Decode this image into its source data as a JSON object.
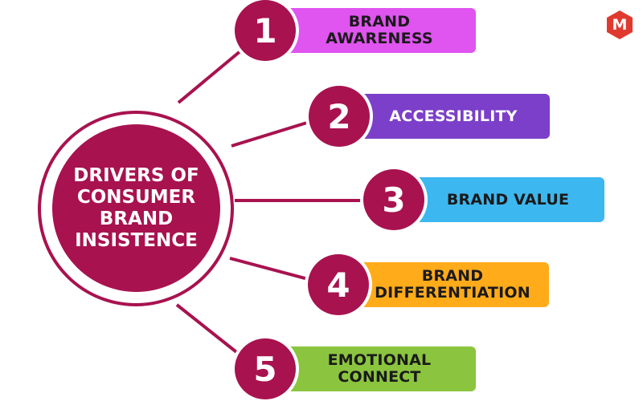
{
  "center": {
    "title": "DRIVERS OF\nCONSUMER\nBRAND\nINSISTENCE",
    "color": "#a8124f"
  },
  "logo": {
    "letter": "M",
    "color": "#e03a2f"
  },
  "items": [
    {
      "number": "1",
      "label": "BRAND\nAWARENESS",
      "color": "#e054f0",
      "text_color": "#1a1a1a"
    },
    {
      "number": "2",
      "label": "ACCESSIBILITY",
      "color": "#7c3fc9",
      "text_color": "#ffffff"
    },
    {
      "number": "3",
      "label": "BRAND VALUE",
      "color": "#3db7ef",
      "text_color": "#1a1a1a"
    },
    {
      "number": "4",
      "label": "BRAND\nDIFFERENTIATION",
      "color": "#ffab1a",
      "text_color": "#1a1a1a"
    },
    {
      "number": "5",
      "label": "EMOTIONAL\nCONNECT",
      "color": "#8bc53f",
      "text_color": "#1a1a1a"
    }
  ]
}
